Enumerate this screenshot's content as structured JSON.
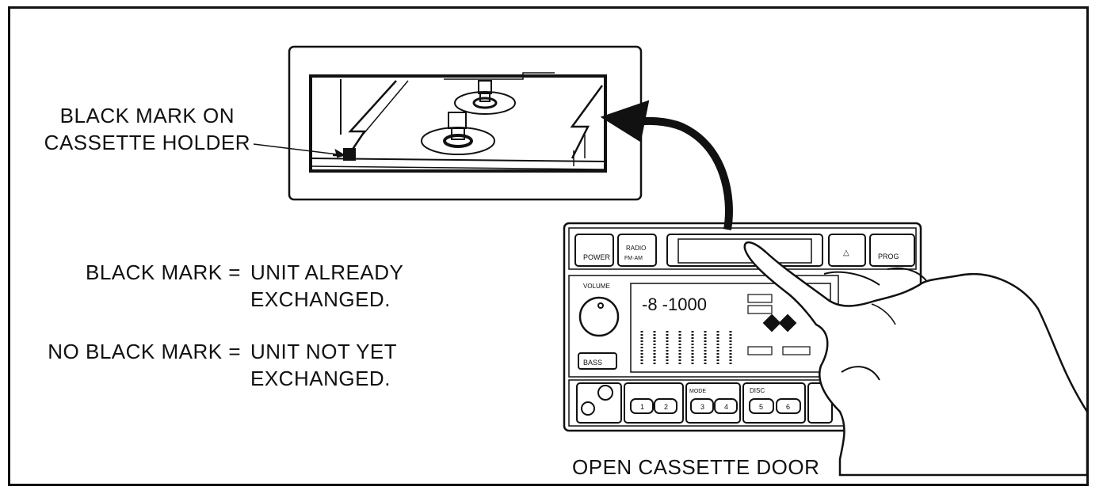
{
  "callout": {
    "line1": "BLACK MARK ON",
    "line2": "CASSETTE HOLDER"
  },
  "legend": {
    "mark_term": "BLACK MARK =",
    "mark_line1": "UNIT ALREADY",
    "mark_line2": "EXCHANGED.",
    "nomark_term": "NO BLACK MARK =",
    "nomark_line1": "UNIT NOT YET",
    "nomark_line2": "EXCHANGED."
  },
  "caption": "OPEN CASSETTE DOOR",
  "radio": {
    "power": "POWER",
    "radio_top": "RADIO",
    "radio_bottom": "FM·AM",
    "prog": "PROG",
    "eject": "△",
    "volume": "VOLUME",
    "bass": "BASS",
    "display_digits": "-8 -1000",
    "mode": "MODE",
    "disc": "DISC",
    "preset_1": "1",
    "preset_2": "2",
    "preset_3": "3",
    "preset_4": "4",
    "preset_5": "5",
    "preset_6": "6"
  }
}
